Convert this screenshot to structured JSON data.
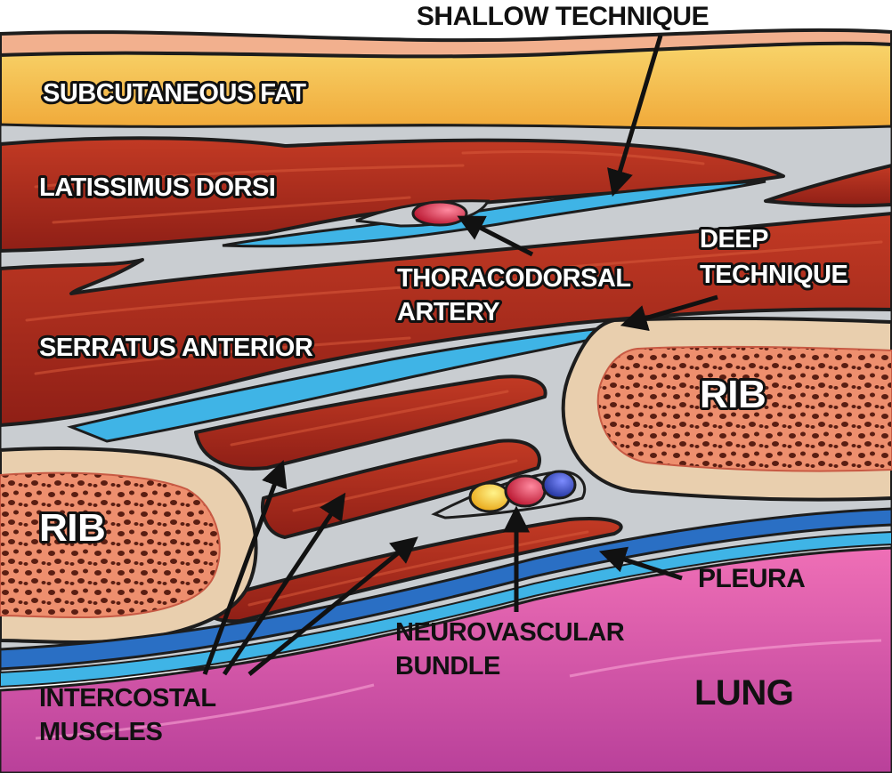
{
  "labels": {
    "shallow_technique": "SHALLOW TECHNIQUE",
    "subcutaneous_fat": "SUBCUTANEOUS FAT",
    "latissimus_dorsi": "LATISSIMUS DORSI",
    "thoracodorsal_line1": "THORACODORSAL",
    "thoracodorsal_line2": "ARTERY",
    "deep_line1": "DEEP",
    "deep_line2": "TECHNIQUE",
    "serratus_anterior": "SERRATUS ANTERIOR",
    "rib_right": "RIB",
    "rib_left": "RIB",
    "pleura": "PLEURA",
    "neurovascular_line1": "NEUROVASCULAR",
    "neurovascular_line2": "BUNDLE",
    "intercostal_line1": "INTERCOSTAL",
    "intercostal_line2": "MUSCLES",
    "lung": "LUNG"
  },
  "colors": {
    "skin": "#f2b08e",
    "fat": "#f6c244",
    "fascia": "#c9cdd1",
    "muscle": "#a8281c",
    "injectate": "#3fb4e6",
    "rib_cortex": "#e9cfae",
    "rib_marrow": "#ec8b6a",
    "pleura": "#2a6fc4",
    "lung": "#e35aa8",
    "artery": "#d8213a",
    "vein": "#2746b8",
    "nerve": "#f5c518"
  }
}
